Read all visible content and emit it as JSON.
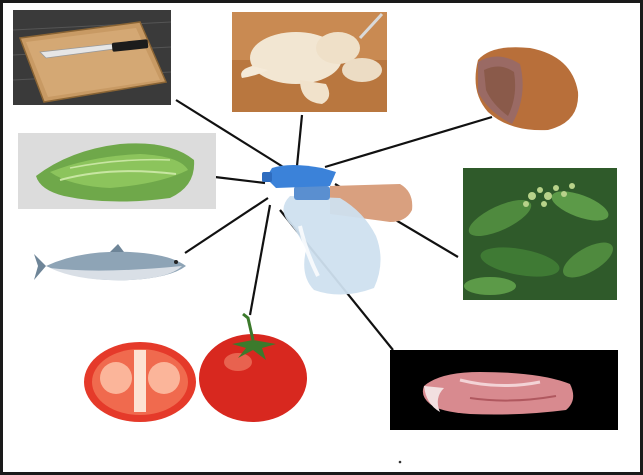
{
  "figure": {
    "kind": "food-contamination-diagram",
    "hub": "spray-bottle",
    "items": [
      "cutting-board-with-knife",
      "raw-chicken",
      "ham",
      "lettuce",
      "green-herb-plant",
      "salmon",
      "tomatoes",
      "raw-steak"
    ],
    "colors": {
      "frame": "#1a1a1a",
      "connector": "#111111",
      "spray_trigger": "#3b82d9",
      "bottle": "#cfe0ef",
      "tomato": "#d8281f",
      "steak": "#d88a8f",
      "ham": "#8a5a4a",
      "salmon": "#8ea4b6",
      "lettuce": "#6fa84a",
      "herb": "#3f7a34",
      "chicken": "#f2e6d2",
      "board": "#c89a64"
    }
  }
}
